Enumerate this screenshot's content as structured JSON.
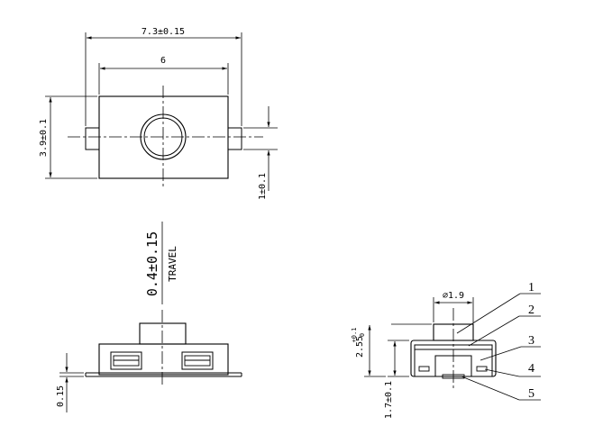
{
  "top_view": {
    "overall_width": "7.3±0.15",
    "body_width": "6",
    "height": "3.9±0.1",
    "terminal_width": "1±0.1"
  },
  "front_view": {
    "travel_value": "0.4±0.15",
    "travel_label": "TRAVEL",
    "terminal_thickness": "0.15"
  },
  "side_view": {
    "actuator_diameter": "⌀1.9",
    "total_height_main": "2.55",
    "total_height_tol_upper": "+0.1",
    "total_height_tol_lower": "0",
    "body_height": "1.7±0.1",
    "part_numbers": [
      "1",
      "2",
      "3",
      "4",
      "5"
    ]
  },
  "colors": {
    "line": "#000000",
    "background": "#ffffff"
  }
}
